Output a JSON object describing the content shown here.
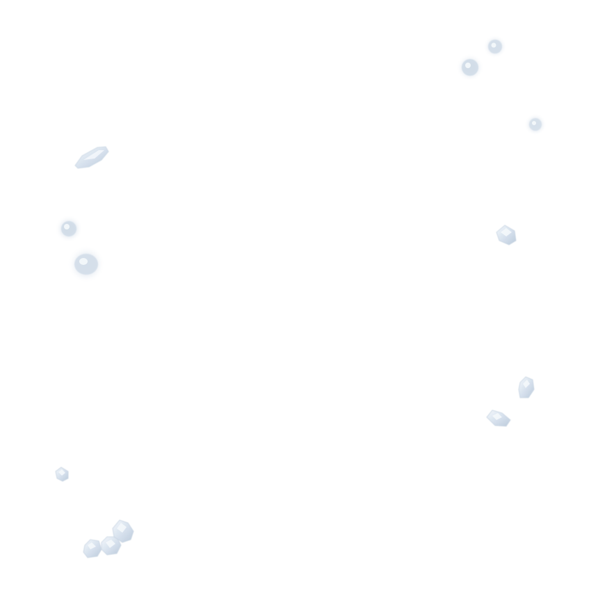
{
  "scene": {
    "description_tag": "",
    "background_color": "#ffffff",
    "crystal_color": "#dce6f0",
    "crystal_highlight": "#f4f8fc",
    "crystal_shadow": "#b9c8d8",
    "glow_color": "#eef2f6",
    "crystals": [
      {
        "kind": "shard"
      },
      {
        "kind": "glow-round"
      },
      {
        "kind": "glow-round"
      },
      {
        "kind": "glow-round"
      },
      {
        "kind": "glow-round"
      },
      {
        "kind": "glow-round"
      },
      {
        "kind": "chunk"
      },
      {
        "kind": "chunk"
      },
      {
        "kind": "chunk"
      },
      {
        "kind": "chunk"
      },
      {
        "kind": "chunk"
      },
      {
        "kind": "chunk"
      },
      {
        "kind": "chunk"
      }
    ]
  }
}
